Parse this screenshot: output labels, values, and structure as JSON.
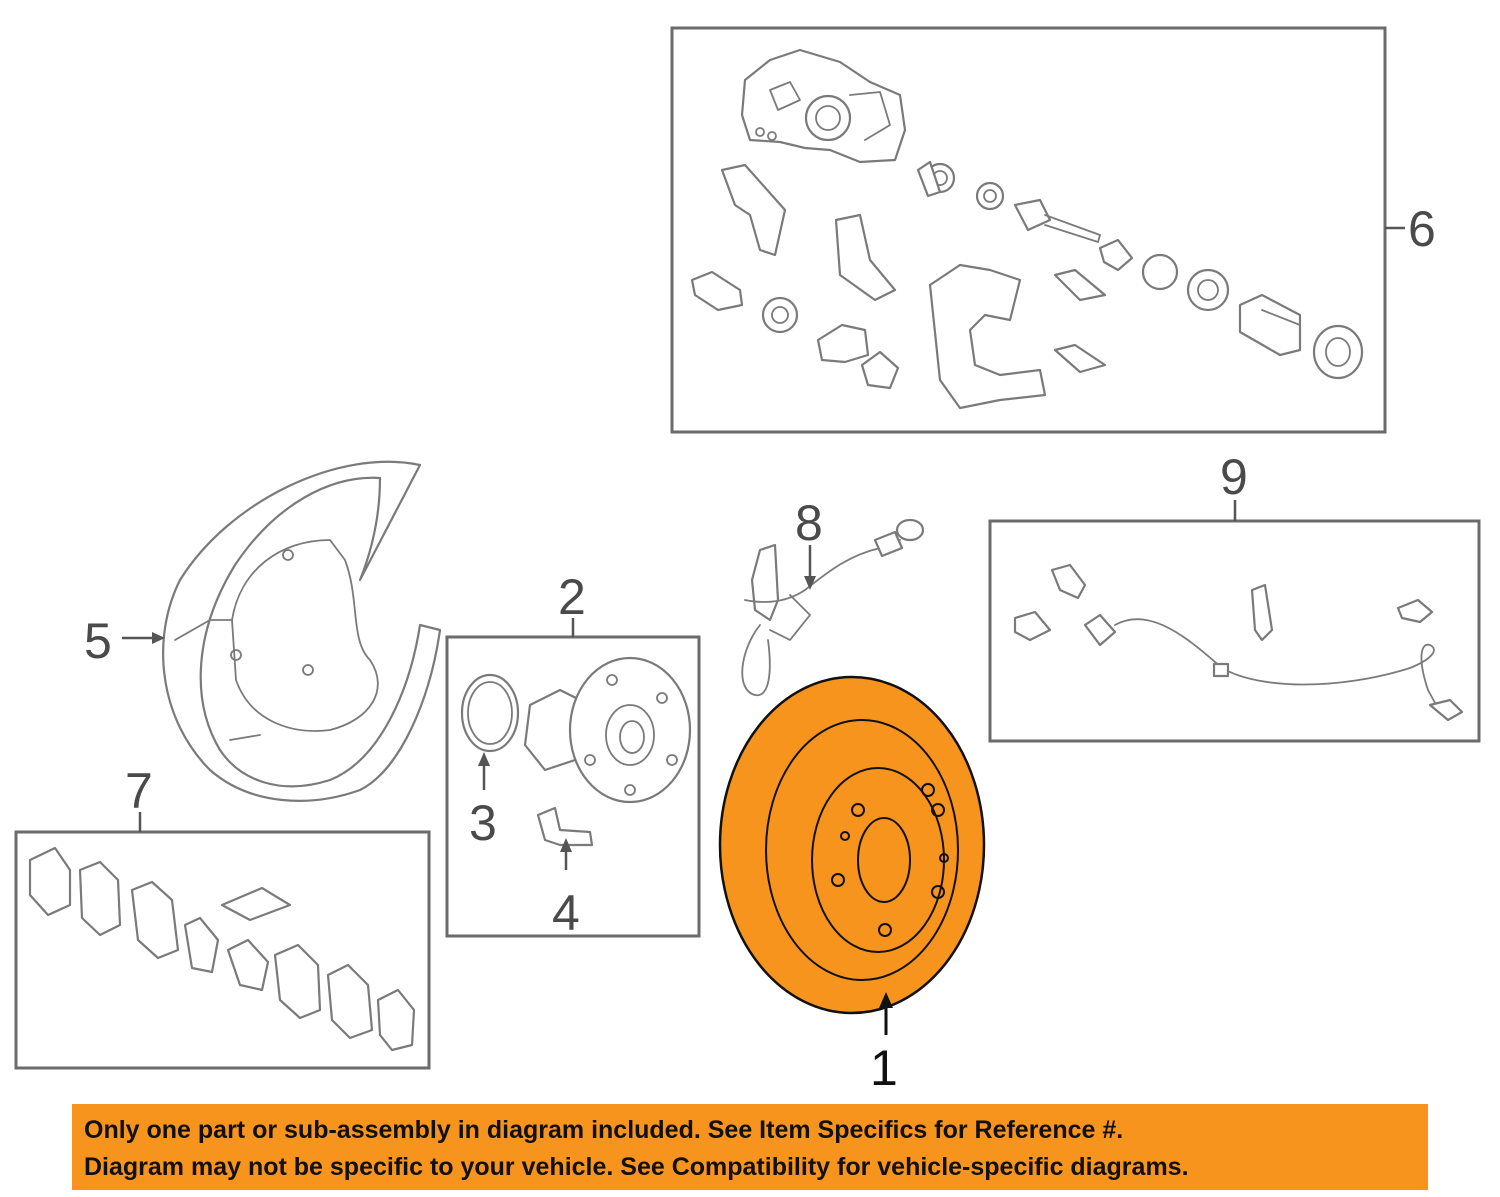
{
  "colors": {
    "highlight": "#F7941D",
    "banner": "#F7941D",
    "line": "#7a7a7a",
    "text_dark": "#111111"
  },
  "callouts": {
    "c1": "1",
    "c2": "2",
    "c3": "3",
    "c4": "4",
    "c5": "5",
    "c6": "6",
    "c7": "7",
    "c8": "8",
    "c9": "9"
  },
  "disclaimer": {
    "line1": "Only one part or sub-assembly in diagram included. See Item Specifics for Reference #.",
    "line2": "Diagram may not be specific to your vehicle. See Compatibility for vehicle-specific diagrams."
  },
  "icons": {
    "rotor": "brake-rotor-icon",
    "hub": "wheel-hub-icon",
    "oring": "o-ring-icon",
    "bolt": "hub-bolt-icon",
    "shield": "splash-shield-icon",
    "caliper": "caliper-assembly-icon",
    "pads": "brake-pad-set-icon",
    "hose": "brake-hose-icon",
    "sensor": "abs-sensor-icon"
  }
}
